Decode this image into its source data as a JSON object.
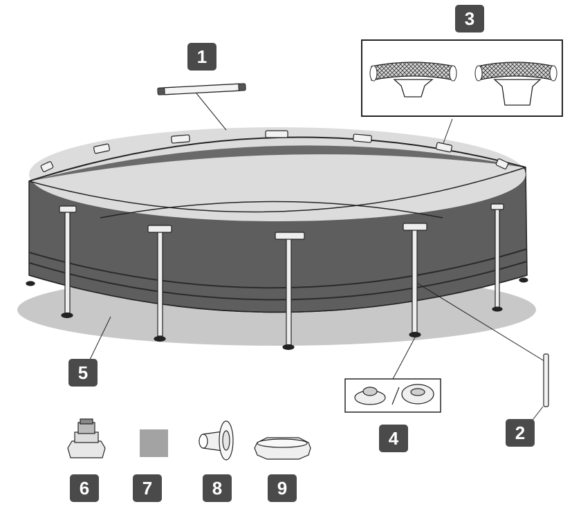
{
  "callouts": {
    "frame_rail": "1",
    "vertical_leg": "2",
    "t_joint": "3",
    "leg_cap": "4",
    "pool_liner": "5",
    "drain_valve_connector": "6",
    "repair_patch": "7",
    "strainer_connector": "8",
    "drain_plug": "9"
  },
  "icons": [
    "frame-rail-icon",
    "t-joint-icon",
    "leg-cap-icon",
    "vertical-leg-icon",
    "drain-valve-connector-icon",
    "repair-patch-icon",
    "strainer-connector-icon",
    "drain-plug-icon"
  ],
  "colors": {
    "liner_wall": "#5e5e5e",
    "liner_floor": "#dcdcdc",
    "badge": "#4a4a4a",
    "patch": "#a3a3a3",
    "outline": "#222222"
  }
}
